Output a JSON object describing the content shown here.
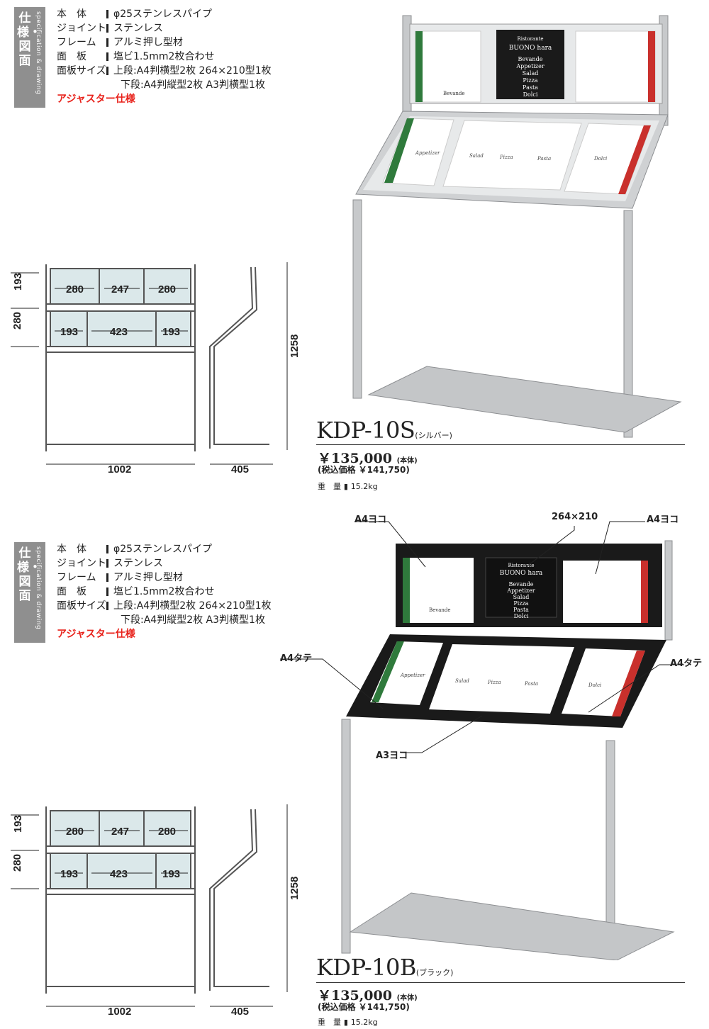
{
  "spec_tab": {
    "jp": "仕様・図面",
    "en": "specification & drawing"
  },
  "spec": {
    "rows": [
      {
        "k": "本　体",
        "v": "φ25ステンレスパイプ"
      },
      {
        "k": "ジョイント",
        "v": "ステンレス"
      },
      {
        "k": "フレーム",
        "v": "アルミ押し型材"
      },
      {
        "k": "面　板",
        "v": "塩ビ1.5mm2枚合わせ"
      },
      {
        "k": "面板サイズ",
        "v": "上段:A4判横型2枚  264×210型1枚"
      }
    ],
    "row_cont": "下段:A4判縦型2枚  A3判横型1枚",
    "adjuster": "アジャスター仕様"
  },
  "dims": {
    "upper_h": "193",
    "lower_h": "280",
    "upper_w": [
      "280",
      "247",
      "280"
    ],
    "lower_w": [
      "193",
      "423",
      "193"
    ],
    "total_h": "1258",
    "width": "1002",
    "depth": "405"
  },
  "products": [
    {
      "model": "KDP-10S",
      "color": "(シルバー)",
      "price": "￥135,000",
      "price_note": "(本体)",
      "tax": "(税込価格 ￥141,750)",
      "weight_label": "重　量",
      "weight": "15.2kg"
    },
    {
      "model": "KDP-10B",
      "color": "(ブラック)",
      "price": "￥135,000",
      "price_note": "(本体)",
      "tax": "(税込価格 ￥141,750)",
      "weight_label": "重　量",
      "weight": "15.2kg"
    }
  ],
  "callouts": {
    "a4yoko_l": "A4ヨコ",
    "mid": "264×210",
    "a4yoko_r": "A4ヨコ",
    "a4tate_l": "A4タテ",
    "a4tate_r": "A4タテ",
    "a3yoko": "A3ヨコ"
  },
  "menu": {
    "restaurant_small": "Ristorante",
    "restaurant": "BUONO hara",
    "items": [
      "Bevande",
      "Appetizer",
      "Salad",
      "Pizza",
      "Pasta",
      "Dolci"
    ],
    "bevande": "Bevande",
    "cards": [
      "Appetizer",
      "Salad",
      "Pizza",
      "Pasta",
      "Dolci"
    ]
  },
  "colors": {
    "green": "#2f7a3c",
    "red": "#c9302c",
    "black_panel": "#1a1a1a"
  }
}
